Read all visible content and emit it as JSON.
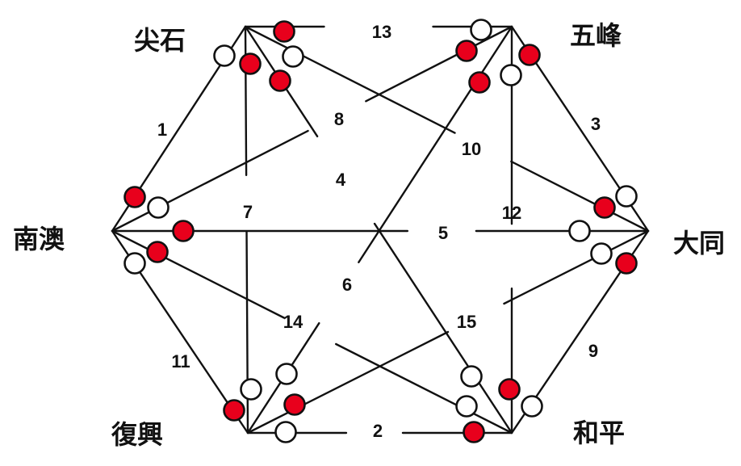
{
  "palette": {
    "line": "#111111",
    "red": "#e8001c",
    "white": "#ffffff"
  },
  "nodes": [
    {
      "id": "jianshi",
      "label": "尖石"
    },
    {
      "id": "wufeng",
      "label": "五峰"
    },
    {
      "id": "datong",
      "label": "大同"
    },
    {
      "id": "heping",
      "label": "和平"
    },
    {
      "id": "fuxing",
      "label": "復興"
    },
    {
      "id": "nanao",
      "label": "南澳"
    }
  ],
  "edges": [
    {
      "number": "1",
      "from": "jianshi",
      "to": "nanao"
    },
    {
      "number": "2",
      "from": "fuxing",
      "to": "heping"
    },
    {
      "number": "3",
      "from": "wufeng",
      "to": "datong"
    },
    {
      "number": "4",
      "from": "jianshi",
      "to": "heping"
    },
    {
      "number": "5",
      "from": "nanao",
      "to": "datong"
    },
    {
      "number": "6",
      "from": "fuxing",
      "to": "wufeng"
    },
    {
      "number": "7",
      "from": "jianshi",
      "to": "fuxing"
    },
    {
      "number": "8",
      "from": "nanao",
      "to": "wufeng"
    },
    {
      "number": "9",
      "from": "heping",
      "to": "datong"
    },
    {
      "number": "10",
      "from": "jianshi",
      "to": "datong"
    },
    {
      "number": "11",
      "from": "nanao",
      "to": "fuxing"
    },
    {
      "number": "12",
      "from": "wufeng",
      "to": "heping"
    },
    {
      "number": "13",
      "from": "jianshi",
      "to": "wufeng"
    },
    {
      "number": "14",
      "from": "nanao",
      "to": "heping"
    },
    {
      "number": "15",
      "from": "fuxing",
      "to": "datong"
    }
  ],
  "stones": [
    {
      "edge": "13",
      "at": "jianshi",
      "color": "red"
    },
    {
      "edge": "13",
      "at": "wufeng",
      "color": "white"
    },
    {
      "edge": "1",
      "at": "jianshi",
      "color": "white"
    },
    {
      "edge": "1",
      "at": "nanao",
      "color": "red"
    },
    {
      "edge": "7",
      "at": "jianshi",
      "color": "red"
    },
    {
      "edge": "10",
      "at": "jianshi",
      "color": "white"
    },
    {
      "edge": "4",
      "at": "jianshi",
      "color": "red"
    },
    {
      "edge": "3",
      "at": "wufeng",
      "color": "red"
    },
    {
      "edge": "3",
      "at": "datong",
      "color": "white"
    },
    {
      "edge": "12",
      "at": "wufeng",
      "color": "white"
    },
    {
      "edge": "8",
      "at": "wufeng",
      "color": "red"
    },
    {
      "edge": "6",
      "at": "wufeng",
      "color": "red"
    },
    {
      "edge": "8",
      "at": "nanao",
      "color": "white"
    },
    {
      "edge": "5",
      "at": "nanao",
      "color": "red"
    },
    {
      "edge": "11",
      "at": "nanao",
      "color": "white"
    },
    {
      "edge": "14",
      "at": "nanao",
      "color": "red"
    },
    {
      "edge": "10",
      "at": "datong",
      "color": "red"
    },
    {
      "edge": "5",
      "at": "datong",
      "color": "white"
    },
    {
      "edge": "15",
      "at": "datong",
      "color": "white"
    },
    {
      "edge": "9",
      "at": "datong",
      "color": "red"
    },
    {
      "edge": "11",
      "at": "fuxing",
      "color": "red"
    },
    {
      "edge": "7",
      "at": "fuxing",
      "color": "white"
    },
    {
      "edge": "6",
      "at": "fuxing",
      "color": "white"
    },
    {
      "edge": "15",
      "at": "fuxing",
      "color": "red"
    },
    {
      "edge": "2",
      "at": "fuxing",
      "color": "white"
    },
    {
      "edge": "4",
      "at": "heping",
      "color": "white"
    },
    {
      "edge": "14",
      "at": "heping",
      "color": "white"
    },
    {
      "edge": "2",
      "at": "heping",
      "color": "red"
    },
    {
      "edge": "12",
      "at": "heping",
      "color": "red"
    },
    {
      "edge": "9",
      "at": "heping",
      "color": "white"
    }
  ]
}
